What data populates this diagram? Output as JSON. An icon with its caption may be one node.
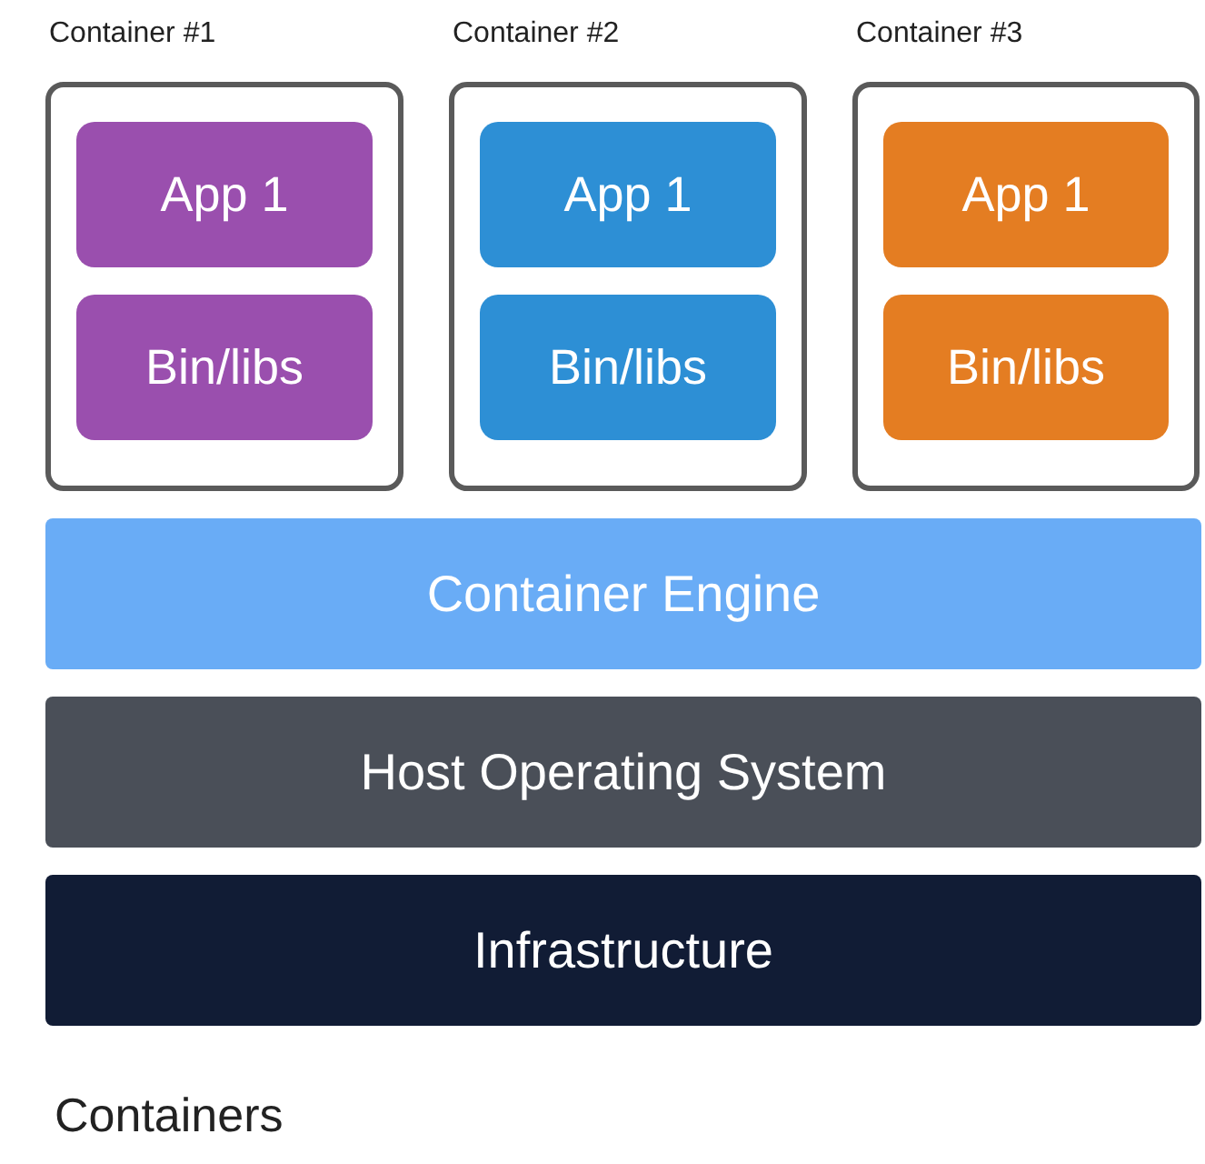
{
  "diagram": {
    "nodes": [
      {
        "text": [
          "Container #1"
        ]
      },
      {
        "text": [
          "App 1"
        ],
        "in": 0
      },
      {
        "text": [
          "Bin/libs"
        ],
        "in": 0
      },
      {
        "text": [
          "Container #2"
        ]
      },
      {
        "text": [
          "App 1"
        ],
        "in": 3
      },
      {
        "text": [
          "Bin/libs"
        ],
        "in": 3
      },
      {
        "text": [
          "Container #3"
        ]
      },
      {
        "text": [
          "App 1"
        ],
        "in": 6
      },
      {
        "text": [
          "Bin/libs"
        ],
        "in": 6
      },
      {
        "text": [
          "Container Engine"
        ]
      },
      {
        "text": [
          "Host Operating System"
        ]
      },
      {
        "text": [
          "Infrastructure"
        ]
      }
    ],
    "labels": [
      "Containers"
    ]
  }
}
